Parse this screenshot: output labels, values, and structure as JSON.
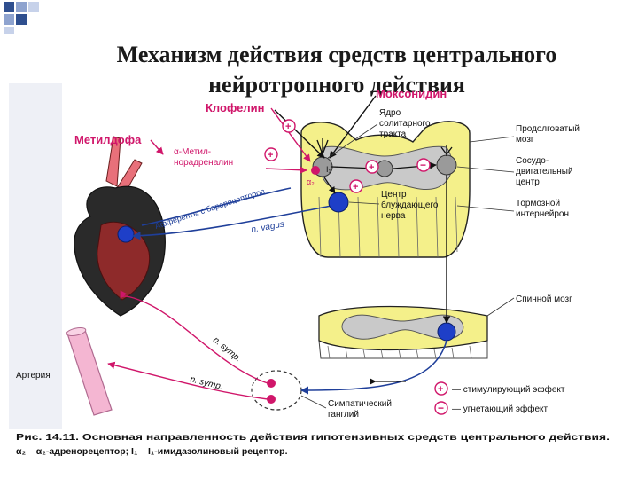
{
  "slide": {
    "title_line1": "Механизм действия средств центрального",
    "title_line2": "нейротропного действия"
  },
  "figure": {
    "drugs": {
      "metildopa": "Метилдофа",
      "klofelin": "Клофелин",
      "moksonidin": "Моксонидин"
    },
    "metabolite_line1": "α-Метил-",
    "metabolite_line2": "норадреналин",
    "receptor_alpha2": "α₂",
    "receptor_i1": "I₁",
    "labels": {
      "solitary_tract": [
        "Ядро",
        "солитарного",
        "тракта"
      ],
      "medulla": [
        "Продолговатый",
        "мозг"
      ],
      "vasomotor_center": [
        "Сосудо-",
        "двигательный",
        "центр"
      ],
      "vagus_center": [
        "Центр",
        "блуждающего",
        "нерва"
      ],
      "inhibitory_interneuron": [
        "Тормозной",
        "интернейрон"
      ],
      "spinal_cord": "Спинной мозг",
      "artery": "Артерия",
      "sympathetic_ganglion": [
        "Симпатический",
        "ганглий"
      ],
      "afferents": "Афференты с барорецепторов",
      "vagus_nerve": "n. vagus",
      "symp_1": "n. symp.",
      "symp_2": "n. symp."
    },
    "legend": {
      "plus_symbol": "+",
      "minus_symbol": "−",
      "stimulating": "— стимулирующий эффект",
      "inhibiting": "— угнетающий эффект"
    },
    "caption_line1": "Рис. 14.11. Основная направленность действия гипотензивных средств центрального действия.",
    "caption_line2": "α₂ – α₂-адренорецептор; I₁ – I₁-имидазолиновый рецептор.",
    "colors": {
      "drug_label": "#d0166a",
      "magenta": "#d0166a",
      "nerve_blue": "#1f3f9a",
      "neuron_blue": "#1e3fc8",
      "medulla_yellow": "#f4f08a",
      "medulla_gray": "#c9c9c9",
      "artery_pink": "#f4b6d2",
      "heart_red": "#8e2a2a",
      "heart_dark": "#1a1a1a"
    }
  }
}
